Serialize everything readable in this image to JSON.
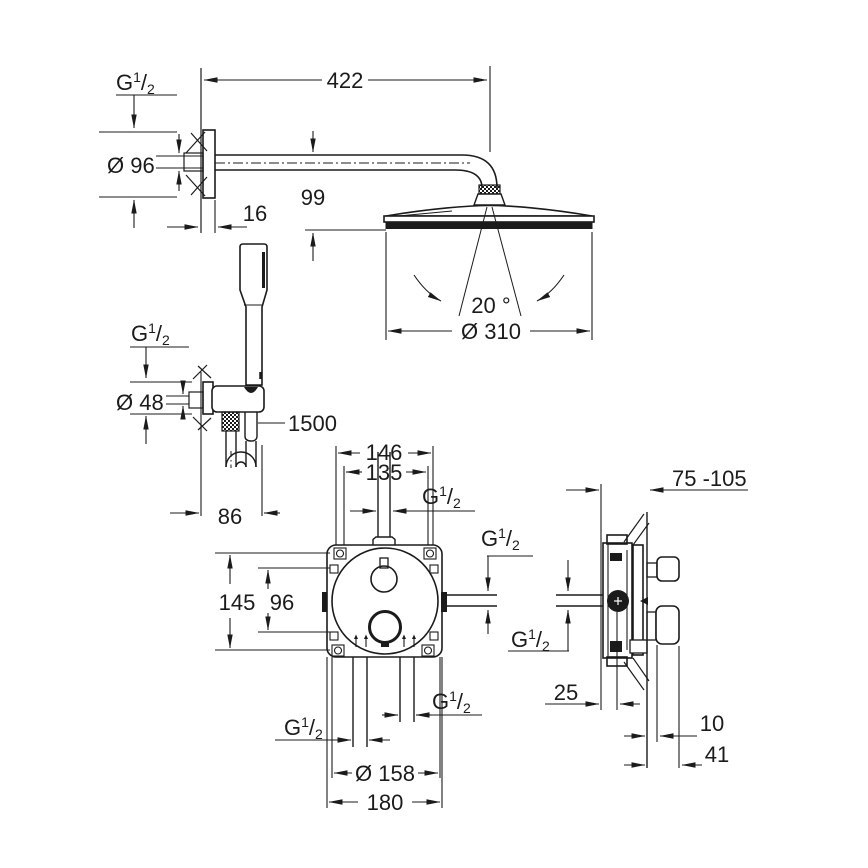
{
  "page": {
    "background": "#ffffff",
    "ink": "#1b1b1b"
  },
  "thread_label": {
    "prefix": "G",
    "numerator": "1",
    "slash": "/",
    "denominator": "2"
  },
  "head_shower": {
    "arm_projection": "422",
    "wall_rosette_diameter": "Ø 96",
    "head_to_arm_drop": "99",
    "rosette_depth": "16",
    "spray_angle": "20 °",
    "head_diameter": "Ø 310"
  },
  "hand_shower": {
    "rosette_diameter": "Ø 48",
    "hose_length": "1500",
    "holder_projection": "86"
  },
  "mixer_front_view": {
    "fixing_width_outer": "146",
    "fixing_width_inner": "135",
    "fixing_height_outer": "145",
    "fixing_height_inner": "96",
    "rosette_diameter": "Ø 158",
    "box_width": "180"
  },
  "mixer_side_view": {
    "installation_depth": "75 -105",
    "body_depth": "25",
    "trim_offset": "10",
    "handle_projection": "41"
  }
}
